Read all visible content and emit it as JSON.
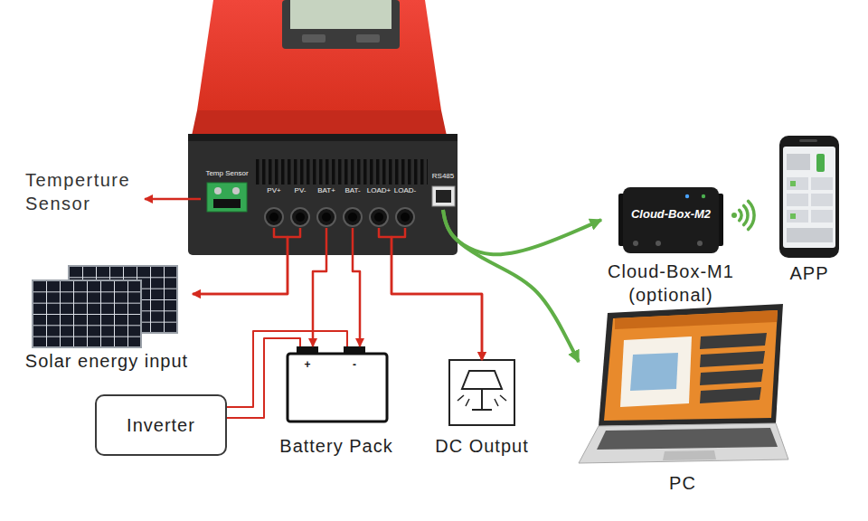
{
  "diagram": {
    "nodes": [
      {
        "text": [
          "Temp Sensor"
        ]
      },
      {
        "text": [
          "PV+"
        ]
      },
      {
        "text": [
          "PV-"
        ]
      },
      {
        "text": [
          "BAT+"
        ]
      },
      {
        "text": [
          "BAT-"
        ]
      },
      {
        "text": [
          "LOAD+"
        ]
      },
      {
        "text": [
          "LOAD-"
        ]
      },
      {
        "text": [
          "RS485"
        ]
      },
      {
        "text": [
          "Cloud-Box-M2",
          "Cloud-Box-M1 (optional)"
        ]
      },
      {
        "text": [
          "APP"
        ]
      },
      {
        "text": [
          "Solar energy input"
        ]
      },
      {
        "text": [
          "Battery Pack"
        ]
      },
      {
        "text": [
          "Inverter"
        ]
      },
      {
        "text": [
          "DC Output"
        ]
      },
      {
        "text": [
          "PC"
        ]
      }
    ],
    "edges": [
      {
        "from": 1,
        "to": 10,
        "arrow": "to"
      },
      {
        "from": 2,
        "to": 10,
        "arrow": "to"
      },
      {
        "from": 3,
        "to": 11,
        "arrow": "to"
      },
      {
        "from": 4,
        "to": 11,
        "arrow": "to"
      },
      {
        "from": 5,
        "to": 13,
        "arrow": "to"
      },
      {
        "from": 6,
        "to": 13,
        "arrow": "to"
      },
      {
        "from": 7,
        "to": 8,
        "arrow": "to"
      },
      {
        "from": 7,
        "to": 14,
        "arrow": "to"
      },
      {
        "from": 12,
        "to": 11,
        "arrow": "none"
      },
      {
        "from": 12,
        "to": 11,
        "arrow": "none"
      }
    ],
    "labels": [
      "Temperture Sensor",
      "+",
      "-"
    ]
  }
}
